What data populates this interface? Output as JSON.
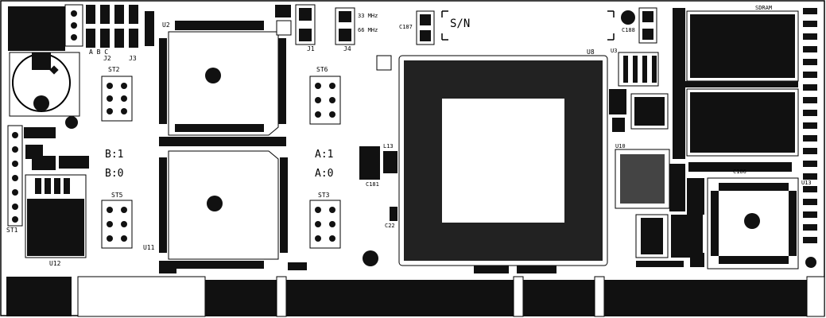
{
  "labels": {
    "serial": "S/N",
    "u2": "U2",
    "u3": "U3",
    "u8": "U8",
    "u11": "U11",
    "u12": "U12",
    "u13": "U13",
    "u10": "U10",
    "st1": "ST1",
    "st2": "ST2",
    "st3": "ST3",
    "st5": "ST5",
    "st6": "ST6",
    "j1": "J1",
    "j2": "J2",
    "j3": "J3",
    "j4": "J4",
    "l13": "L13",
    "c187": "C187",
    "c188": "C188",
    "c181": "C181",
    "c22": "C22",
    "c186": "C186",
    "sdram": "SDRAM",
    "freq1": "33 MHz",
    "freq2": "66 MHz",
    "b1": "B:1",
    "b0": "B:0",
    "a1": "A:1",
    "a0": "A:0",
    "jumper_abc": "A  B  C"
  }
}
